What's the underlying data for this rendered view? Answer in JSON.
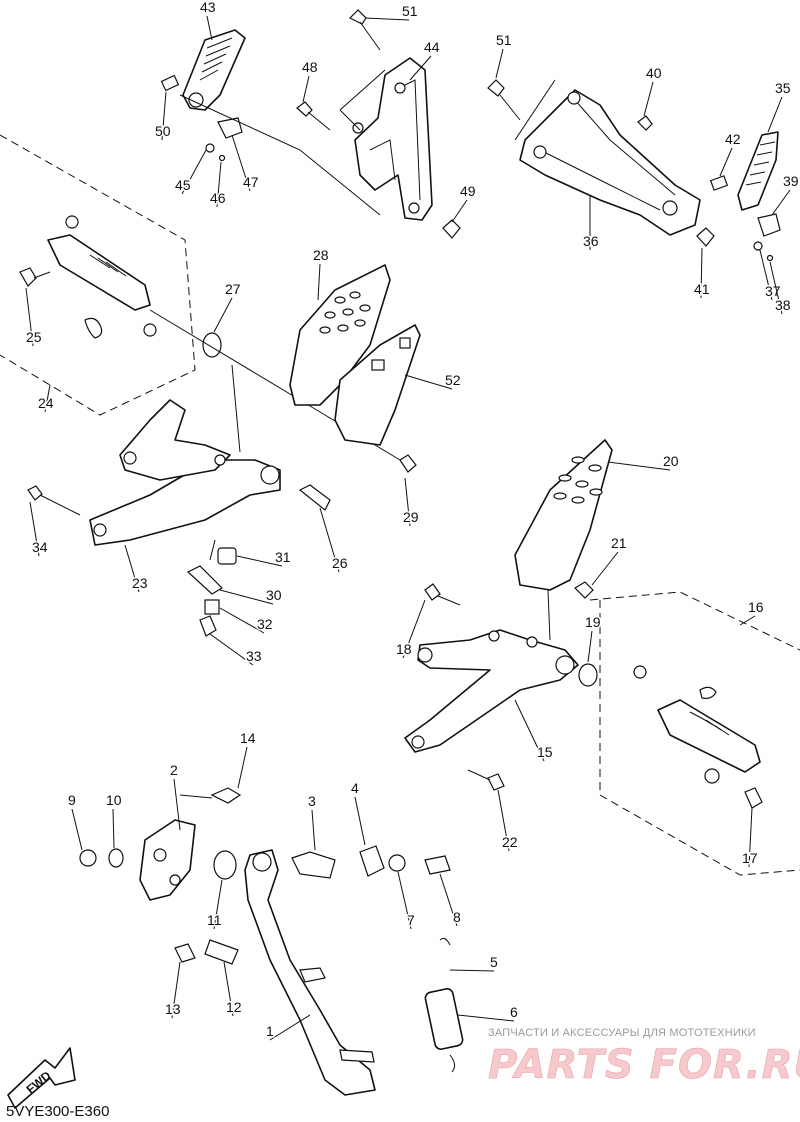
{
  "diagram": {
    "code": "5VYE300-E360",
    "fwd_label": "FWD",
    "watermark": {
      "caption": "ЗАПЧАСТИ И АКСЕССУАРЫ ДЛЯ МОТОТЕХНИКИ",
      "brand": "PARTS FOR.RU"
    },
    "callouts": {
      "c1": "1",
      "c2": "2",
      "c3": "3",
      "c4": "4",
      "c5": "5",
      "c6": "6",
      "c7": "7",
      "c8": "8",
      "c9": "9",
      "c10": "10",
      "c11": "11",
      "c12": "12",
      "c13": "13",
      "c14": "14",
      "c15": "15",
      "c16": "16",
      "c17": "17",
      "c18": "18",
      "c19": "19",
      "c20": "20",
      "c21": "21",
      "c22": "22",
      "c23": "23",
      "c24": "24",
      "c25": "25",
      "c26": "26",
      "c27": "27",
      "c28": "28",
      "c29": "29",
      "c30": "30",
      "c31": "31",
      "c32": "32",
      "c33": "33",
      "c34": "34",
      "c35": "35",
      "c36": "36",
      "c37": "37",
      "c38": "38",
      "c39": "39",
      "c40": "40",
      "c41": "41",
      "c42": "42",
      "c43": "43",
      "c44": "44",
      "c45": "45",
      "c46": "46",
      "c47": "47",
      "c48": "48",
      "c49": "49",
      "c50": "50",
      "c51": "51",
      "c52": "52"
    }
  }
}
